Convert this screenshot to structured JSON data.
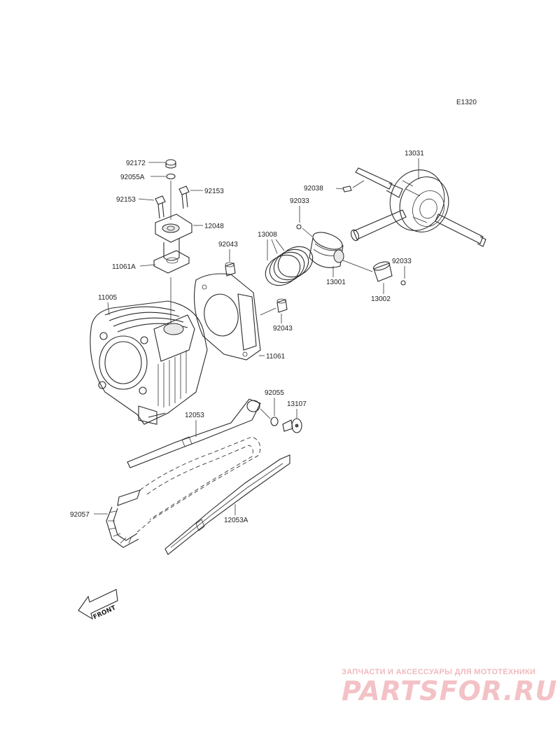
{
  "diagram": {
    "code": "E1320",
    "parts": [
      {
        "id": "p92172",
        "label": "92172"
      },
      {
        "id": "p92055A",
        "label": "92055A"
      },
      {
        "id": "p92153a",
        "label": "92153"
      },
      {
        "id": "p92153b",
        "label": "92153"
      },
      {
        "id": "p12048",
        "label": "12048"
      },
      {
        "id": "p11061A",
        "label": "11061A"
      },
      {
        "id": "p11005",
        "label": "11005"
      },
      {
        "id": "p92043a",
        "label": "92043"
      },
      {
        "id": "p92043b",
        "label": "92043"
      },
      {
        "id": "p11061",
        "label": "11061"
      },
      {
        "id": "p13008",
        "label": "13008"
      },
      {
        "id": "p92033a",
        "label": "92033"
      },
      {
        "id": "p92038",
        "label": "92038"
      },
      {
        "id": "p13031",
        "label": "13031"
      },
      {
        "id": "p13001",
        "label": "13001"
      },
      {
        "id": "p92033b",
        "label": "92033"
      },
      {
        "id": "p13002",
        "label": "13002"
      },
      {
        "id": "p92055",
        "label": "92055"
      },
      {
        "id": "p13107",
        "label": "13107"
      },
      {
        "id": "p12053",
        "label": "12053"
      },
      {
        "id": "p92057",
        "label": "92057"
      },
      {
        "id": "p12053A",
        "label": "12053A"
      }
    ],
    "front_label": "FRONT"
  },
  "watermark": {
    "tagline": "ЗАПЧАСТИ И АКСЕССУАРЫ ДЛЯ МОТОТЕХНИКИ",
    "logo": "PARTSFOR.RU"
  }
}
